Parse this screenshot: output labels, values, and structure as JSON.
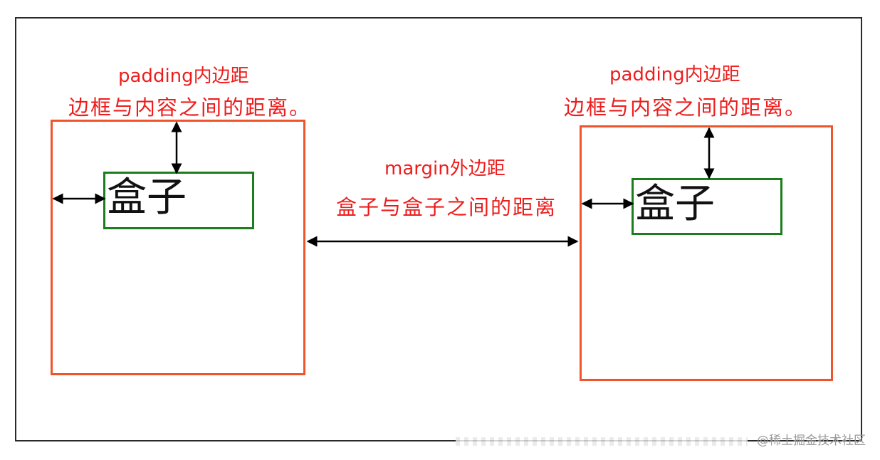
{
  "left_box": {
    "inner_text": "盒子",
    "padding_title": "padding内边距",
    "padding_desc": "边框与内容之间的距离。"
  },
  "right_box": {
    "inner_text": "盒子",
    "padding_title": "padding内边距",
    "padding_desc": "边框与内容之间的距离。"
  },
  "margin": {
    "title": "margin外边距",
    "desc": "盒子与盒子之间的距离"
  },
  "watermark": "@稀土掘金技术社区",
  "colors": {
    "border_box": "#f0542a",
    "content_box": "#1b7d1b",
    "label_text": "#ee1d1d",
    "arrow": "#000000",
    "frame": "#2a2a2a"
  }
}
